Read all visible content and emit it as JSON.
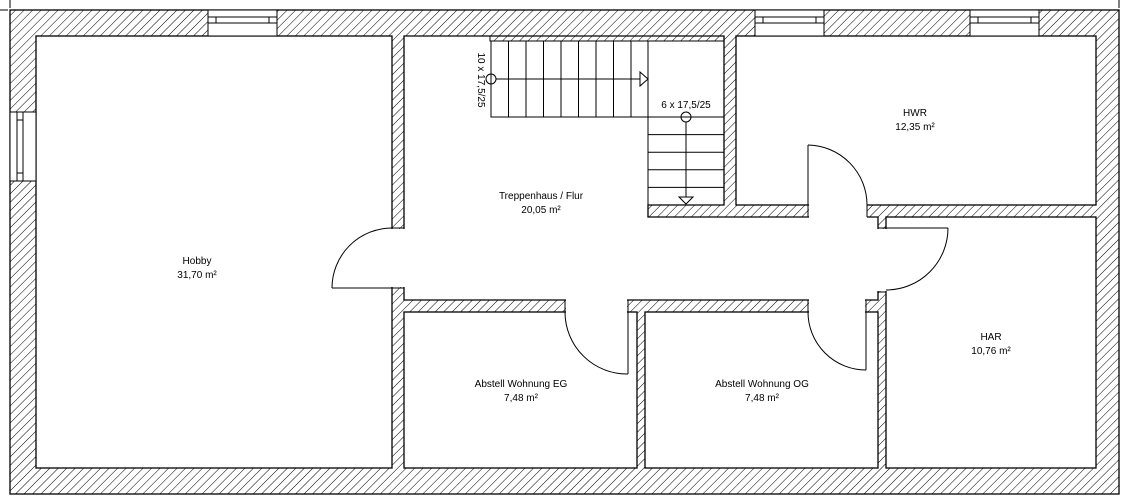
{
  "plan": {
    "colors": {
      "wall_hatch": "#000000",
      "background": "#ffffff"
    },
    "rooms": {
      "hobby": {
        "name": "Hobby",
        "area": "31,70 m²"
      },
      "hall": {
        "name": "Treppenhaus / Flur",
        "area": "20,05 m²"
      },
      "hwr": {
        "name": "HWR",
        "area": "12,35 m²"
      },
      "har": {
        "name": "HAR",
        "area": "10,76 m²"
      },
      "abstell_eg": {
        "name": "Abstell Wohnung EG",
        "area": "7,48 m²"
      },
      "abstell_og": {
        "name": "Abstell Wohnung OG",
        "area": "7,48 m²"
      }
    },
    "stairs": {
      "upper_run": "10 x 17,5/25",
      "lower_run": "6 x 17,5/25"
    }
  }
}
